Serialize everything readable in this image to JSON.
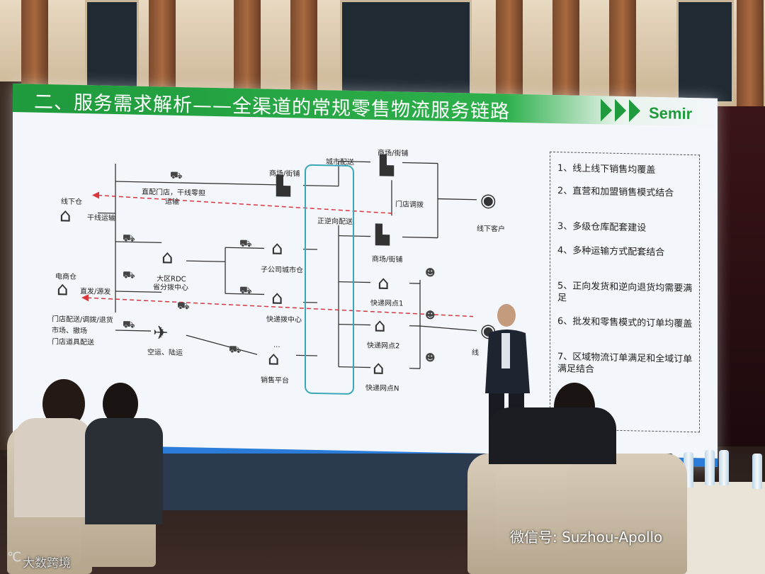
{
  "slide": {
    "title": "二、服务需求解析——全渠道的常规零售物流服务链路",
    "logo": "Semir"
  },
  "diagram": {
    "offline_warehouse": "线下仓",
    "trunk_transport": "干线运输",
    "direct_store": "直配门店，干线零担",
    "direct_store_2": "运输",
    "city_delivery": "城市配送",
    "forward_reverse": "正逆向配送",
    "mall_1": "商场/街铺",
    "mall_2": "商场/街铺",
    "mall_3": "商场/街铺",
    "store_transfer": "门店调拨",
    "offline_customer": "线下客户",
    "ecom_warehouse": "电商仓",
    "direct_source": "直发/源发",
    "ecom_lines": "门店配送/调拨/退货",
    "market": "市场、撤场",
    "store_props": "门店道具配送",
    "rdc": "大区RDC",
    "rdc_2": "省分拨中心",
    "sub_city_wh": "子公司城市仓",
    "express_hub": "快递拨中心",
    "air_land": "空运、陆运",
    "sales_platform": "销售平台",
    "express_1": "快递网点1",
    "express_2": "快递网点2",
    "express_n": "快递网点N",
    "ellipsis": "...",
    "customer_partial": "线"
  },
  "panel": {
    "items": [
      "1、线上线下销售均覆盖",
      "2、直营和加盟销售模式结合",
      "3、多级仓库配套建设",
      "4、多种运输方式配套结合",
      "5、正向发货和逆向退货均需要满足",
      "6、批发和零售模式的订单均覆盖",
      "7、区域物流订单满足和全域订单满足结合"
    ]
  },
  "watermarks": {
    "wechat": "微信号: Suzhou-Apollo",
    "brand": "大数跨境"
  },
  "colors": {
    "banner_green": "#2db04b",
    "bus_teal": "#3aa8b8",
    "reverse_red": "#d9363e",
    "stage_blue": "#2b7bd9"
  }
}
